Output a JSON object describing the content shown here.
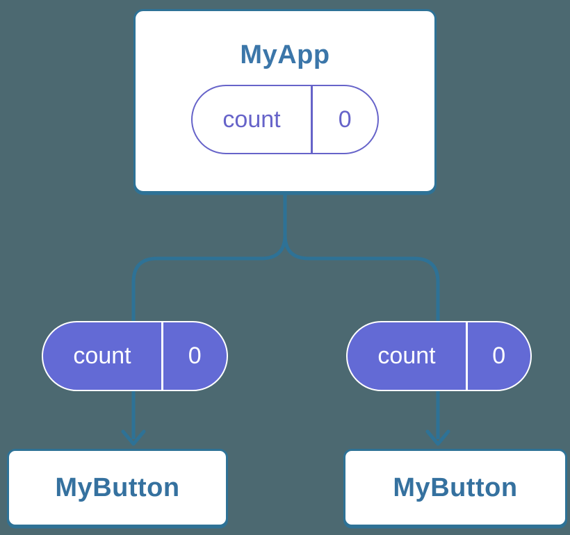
{
  "colors": {
    "background": "#4C6971",
    "stroke_blue": "#2E7296",
    "text_blue": "#35719F",
    "title_blue": "#3B76A9",
    "purple_fill": "#636AD5",
    "purple_outline": "#6663C9",
    "white": "#FFFFFF"
  },
  "root_component": {
    "title": "MyApp",
    "state_pill": {
      "label": "count",
      "value": "0"
    }
  },
  "children": [
    {
      "title": "MyButton",
      "prop": {
        "label": "count",
        "value": "0"
      }
    },
    {
      "title": "MyButton",
      "prop": {
        "label": "count",
        "value": "0"
      }
    }
  ]
}
